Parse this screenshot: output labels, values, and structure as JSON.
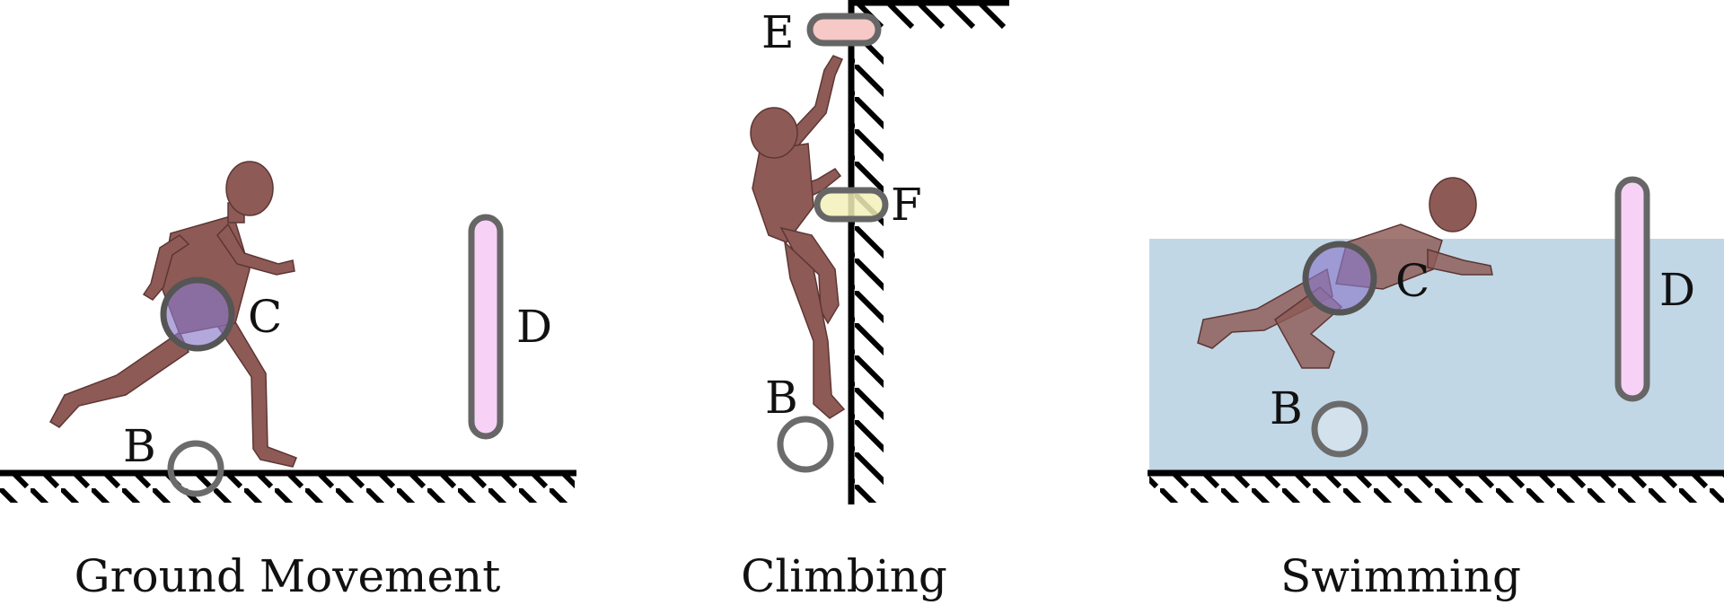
{
  "panels": {
    "ground": {
      "caption": "Ground Movement",
      "labels": {
        "b": "B",
        "c": "C",
        "d": "D"
      }
    },
    "climb": {
      "caption": "Climbing",
      "labels": {
        "b": "B",
        "e": "E",
        "f": "F"
      }
    },
    "swim": {
      "caption": "Swimming",
      "labels": {
        "b": "B",
        "c": "C",
        "d": "D"
      }
    }
  },
  "colors": {
    "figure": "#8e5a56",
    "water": "#c2d7e6",
    "marker_b_outline": "#6b6b6b",
    "marker_c_fill": "#8a79c9",
    "marker_d_fill": "#f8d1f7",
    "marker_e_fill": "#f6c8c6",
    "marker_f_fill": "#f3f0b8"
  }
}
